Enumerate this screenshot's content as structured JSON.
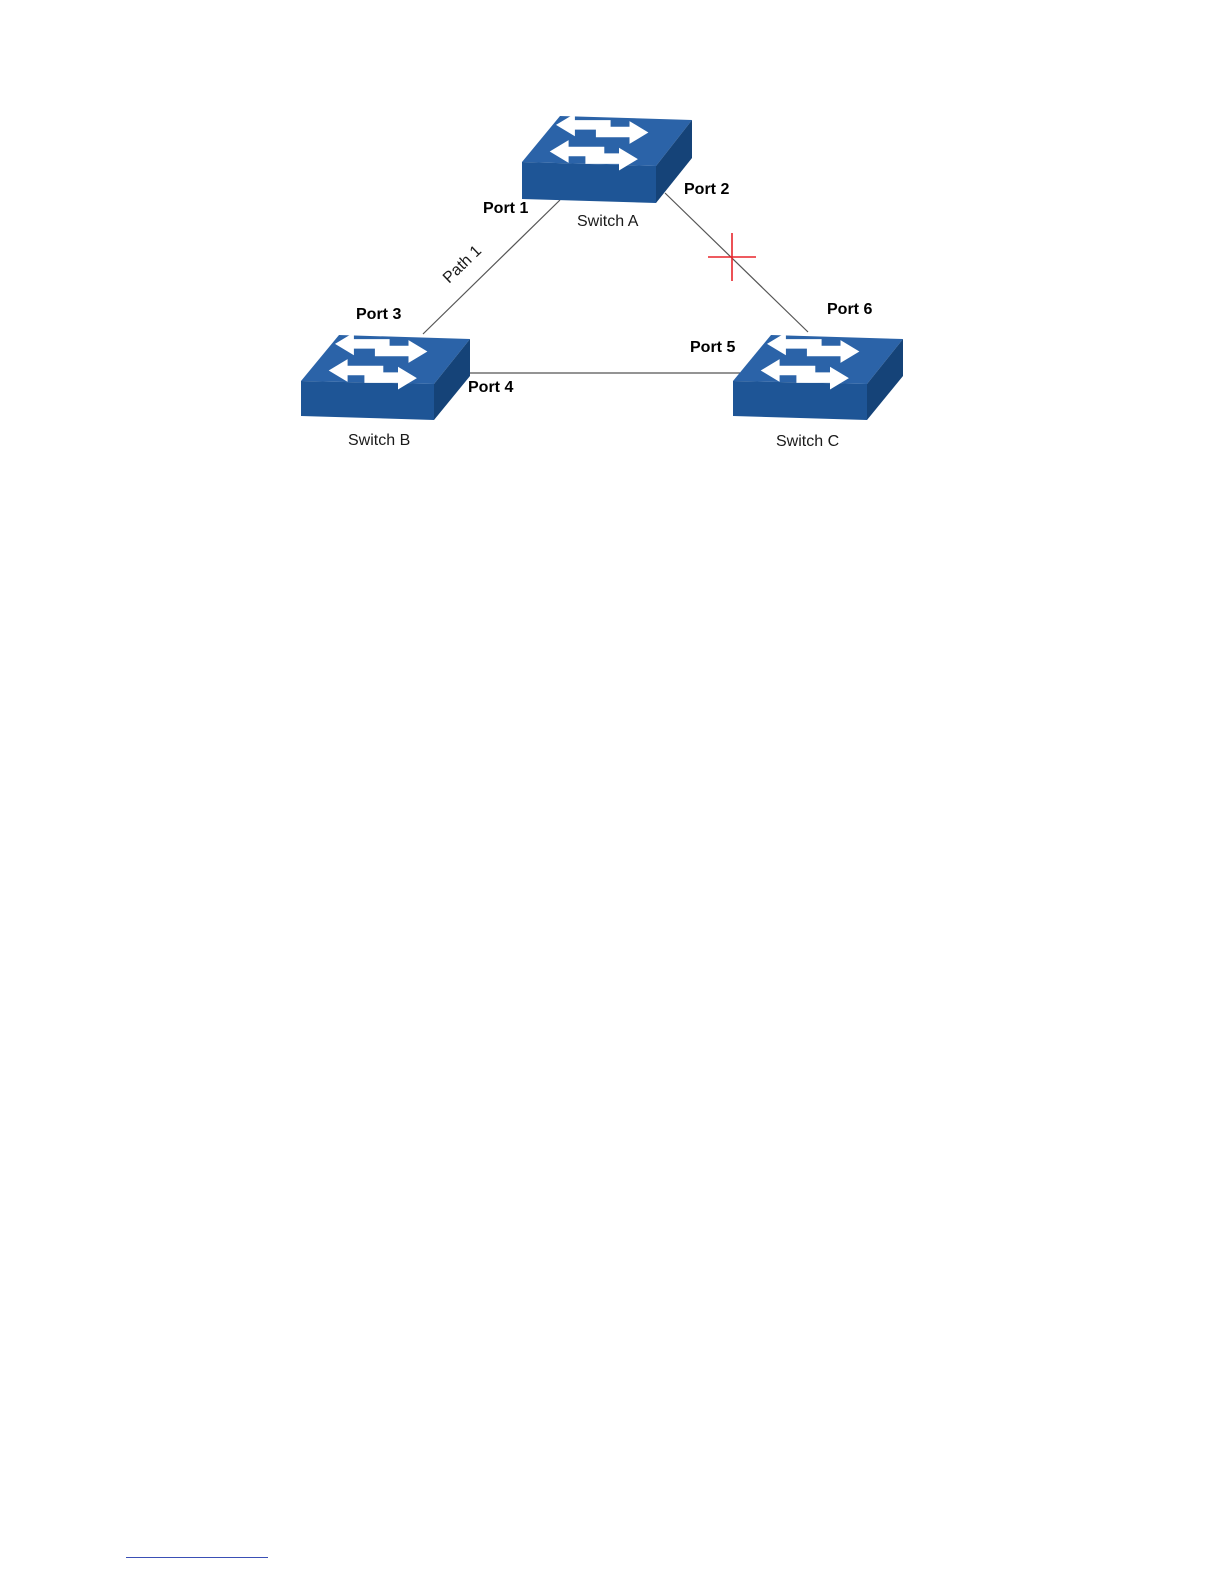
{
  "diagram": {
    "switches": [
      {
        "id": "A",
        "label": "Switch A",
        "icon": "network-switch-icon"
      },
      {
        "id": "B",
        "label": "Switch B",
        "icon": "network-switch-icon"
      },
      {
        "id": "C",
        "label": "Switch C",
        "icon": "network-switch-icon"
      }
    ],
    "ports": {
      "port1": "Port 1",
      "port2": "Port 2",
      "port3": "Port 3",
      "port4": "Port 4",
      "port5": "Port 5",
      "port6": "Port 6"
    },
    "path_label": "Path 1",
    "links": [
      {
        "from": "Port 1",
        "to": "Port 3",
        "blocked": false
      },
      {
        "from": "Port 2",
        "to": "Port 6",
        "blocked": true
      },
      {
        "from": "Port 4",
        "to": "Port 5",
        "blocked": false
      }
    ],
    "colors": {
      "switch_top": "#2b63a8",
      "switch_front": "#1e5596",
      "switch_side": "#154378",
      "arrow": "#ffffff",
      "link": "#555555",
      "blocked_marker": "#e8252b"
    },
    "blocked_marker_icon": "blocked-cross-icon"
  }
}
